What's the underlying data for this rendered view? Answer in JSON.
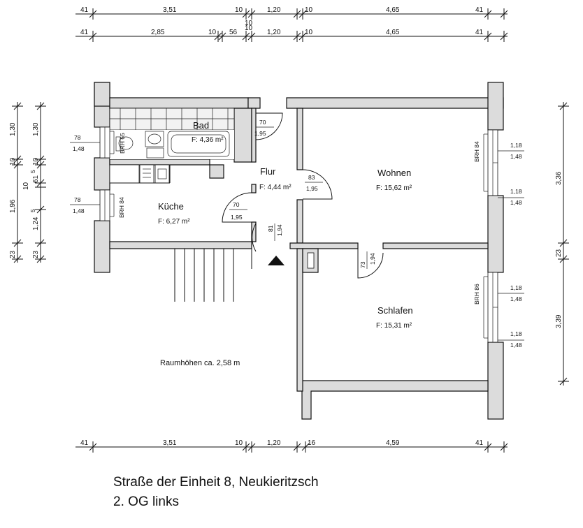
{
  "dims_top_1": [
    "41",
    "3,51",
    "10",
    "1,20",
    "10",
    "4,65",
    "41"
  ],
  "dims_top_2": [
    "41",
    "2,85",
    "10",
    "56",
    "10",
    "1,20",
    "10",
    "4,65",
    "41"
  ],
  "dims_bottom": [
    "41",
    "3,51",
    "10",
    "1,20",
    "16",
    "4,59",
    "41"
  ],
  "dims_left_1": [
    "1,30",
    "10",
    "1,96",
    "23"
  ],
  "dims_left_2": [
    "1,30",
    "10",
    "61",
    "1,24",
    "23"
  ],
  "dims_left_2_small": [
    "5",
    "5"
  ],
  "dims_right": [
    "3,36",
    "23",
    "3,39"
  ],
  "dims_left_small": [
    "10"
  ],
  "rooms": {
    "bad": {
      "name": "Bad",
      "area": "F: 4,36 m²"
    },
    "flur": {
      "name": "Flur",
      "area": "F: 4,44 m²"
    },
    "kueche": {
      "name": "Küche",
      "area": "F: 6,27 m²"
    },
    "wohnen": {
      "name": "Wohnen",
      "area": "F: 15,62 m²"
    },
    "schlafen": {
      "name": "Schlafen",
      "area": "F: 15,31 m²"
    }
  },
  "windows": {
    "bad": {
      "w": "78",
      "h": "1,48",
      "brh": "BRH 65"
    },
    "kueche": {
      "w": "78",
      "h": "1,48",
      "brh": "BRH 84"
    },
    "wohnen": {
      "brh": "BRH 84",
      "w1": "1,18",
      "h1": "1,48",
      "w2": "1,18",
      "h2": "1,48"
    },
    "schlafen": {
      "brh": "BRH 86",
      "w1": "1,18",
      "h1": "1,48",
      "w2": "1,18",
      "h2": "1,48"
    }
  },
  "doors": {
    "bad": {
      "w": "70",
      "h": "1,95"
    },
    "wohnen": {
      "w": "83",
      "h": "1,95"
    },
    "kueche": {
      "w": "70",
      "h": "1,95"
    },
    "entrance": {
      "w": "81",
      "h": "1,94"
    },
    "schlafen": {
      "w": "73",
      "h": "1,94"
    }
  },
  "ceiling_note": "Raumhöhen ca. 2,58 m",
  "caption": {
    "line1": "Straße der Einheit 8, Neukieritzsch",
    "line2": "2. OG links"
  }
}
